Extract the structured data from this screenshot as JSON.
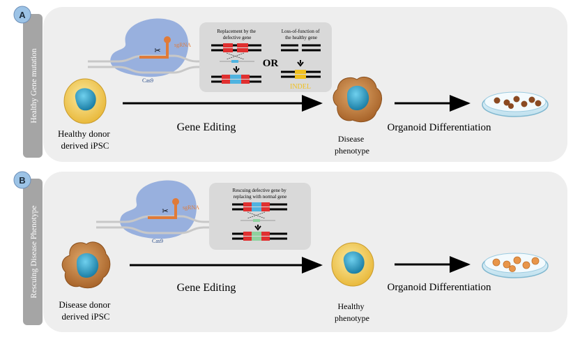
{
  "panels": [
    {
      "letter": "A",
      "side_label": "Healthy Gene mutation",
      "grna_label": "sgRNA",
      "cas_label": "Cas9",
      "box_left_title": "Replacement by the defective gene",
      "or_label": "OR",
      "box_right_title": "Loss-of-function of the healthy gene",
      "indel_label": "INDEL",
      "start_cell_label": "Healthy donor derived iPSC",
      "arrow1_label": "Gene Editing",
      "end_cell_label": "Disease phenotype",
      "arrow2_label": "Organoid Differentiation"
    },
    {
      "letter": "B",
      "side_label": "Rescuing Disease Phenotype",
      "grna_label": "sgRNA",
      "cas_label": "Cas9",
      "box_title": "Rescuing defective gene by replacing with normal gene",
      "start_cell_label": "Disease donor derived iPSC",
      "arrow1_label": "Gene Editing",
      "end_cell_label": "Healthy phenotype",
      "arrow2_label": "Organoid Differentiation"
    }
  ],
  "colors": {
    "panel_bg": "#eeeeee",
    "tab_bg": "#a5a5a5",
    "cas9": "#8ea9db",
    "grna": "#e07b39",
    "dna": "#c8c8c8",
    "healthy_cell": "#f5d76e",
    "disease_cell": "#c98a4b",
    "nucleus": "#2e9fc6",
    "red": "#e03030",
    "blue": "#4fb3e0",
    "yellow": "#f0c020",
    "green": "#8fd19e",
    "badge": "#9cc3e6"
  },
  "icons": [
    "scissors-icon",
    "petri-dish-icon",
    "cell-icon",
    "arrow-icon"
  ]
}
